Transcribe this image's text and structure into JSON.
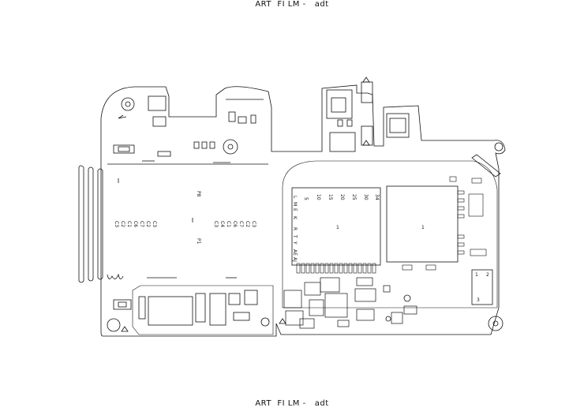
{
  "header": {
    "top_title": "ART  FI LM -   adt",
    "bottom_title": "ART  FI LM -   adt"
  },
  "labels": {
    "p8": "P8",
    "p1": "P1",
    "left_caps": [
      "C3",
      "C2",
      "C1",
      "C6",
      "C7",
      "C2",
      "C3"
    ],
    "right_caps": [
      "C3",
      "C4",
      "C1",
      "C6",
      "C7",
      "C2",
      "C3"
    ],
    "grid_top": [
      "5",
      "10",
      "15",
      "20",
      "25",
      "30",
      "34"
    ],
    "grid_left": [
      "L",
      "M",
      "E",
      "K",
      "R",
      "T",
      "Y",
      "AE",
      "AJ"
    ],
    "u1": "1",
    "u2": "1",
    "right_block": [
      "1",
      "2",
      "3"
    ]
  }
}
